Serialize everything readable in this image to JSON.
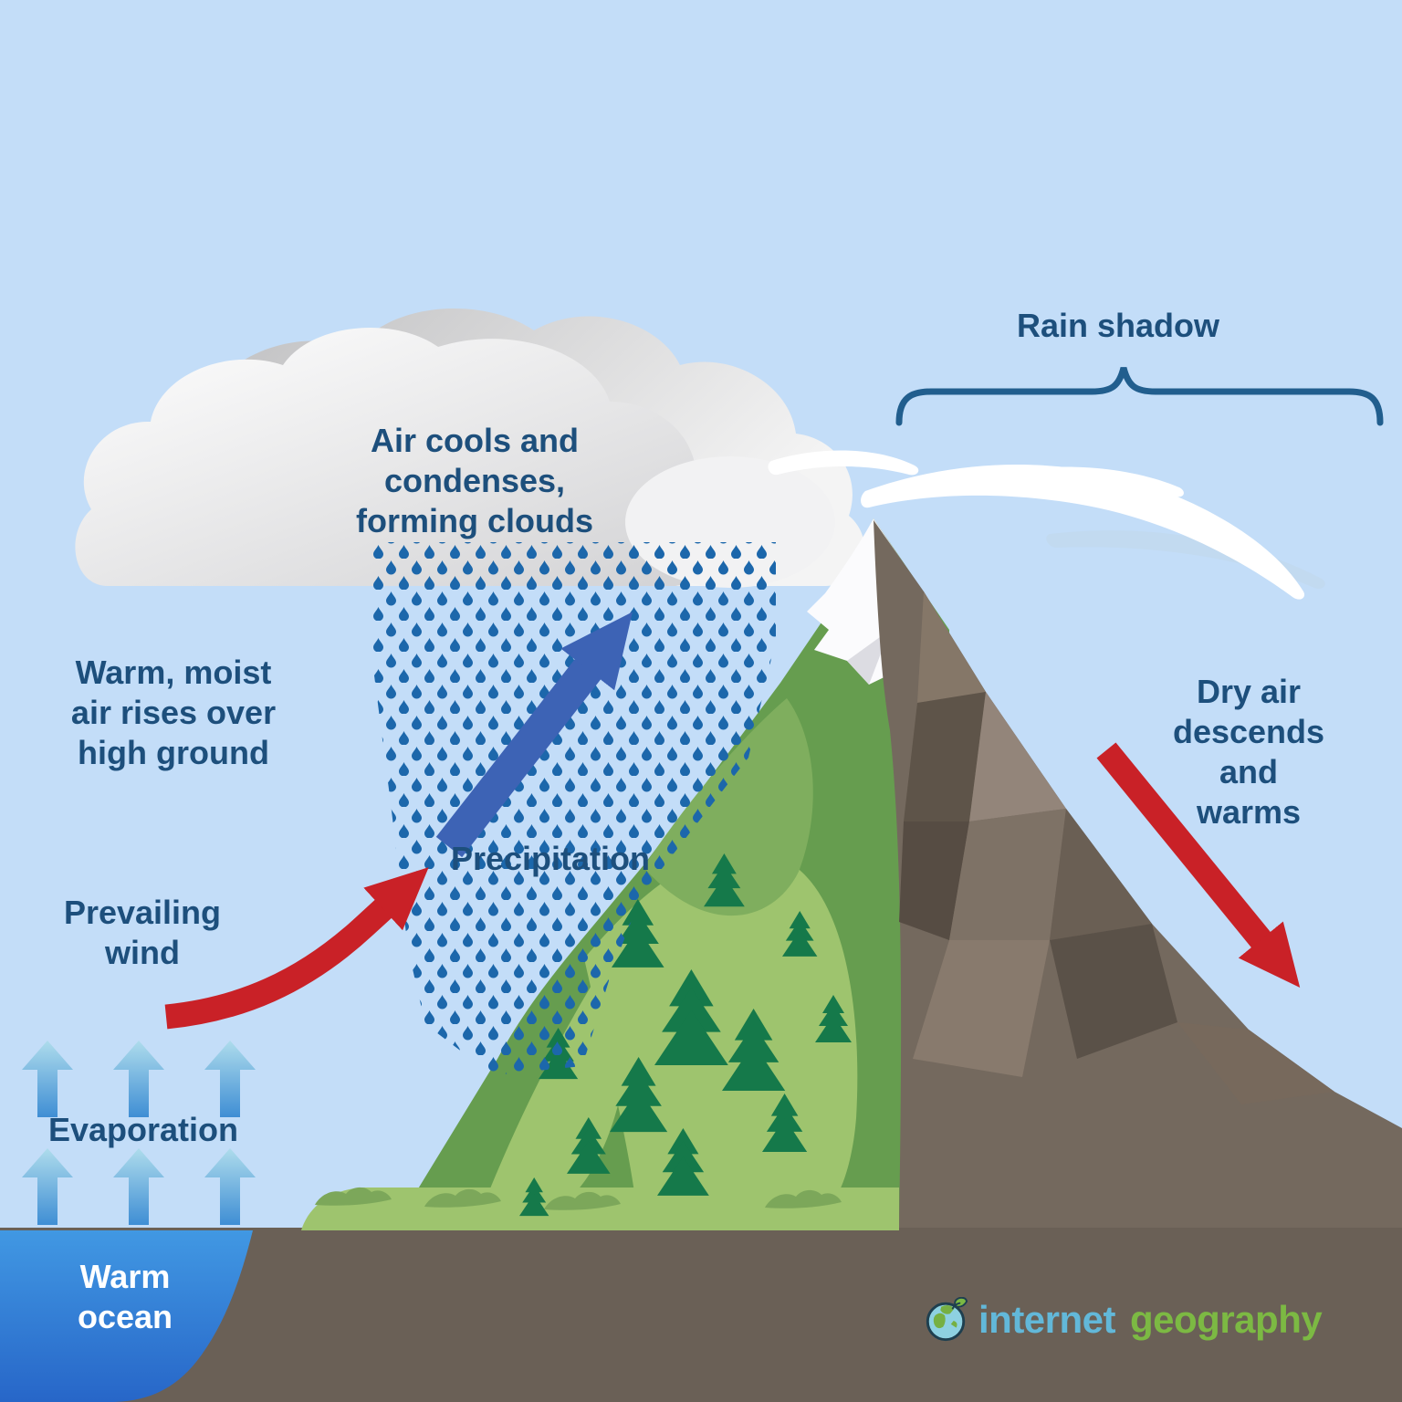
{
  "labels": {
    "rain_shadow": "Rain shadow",
    "cloud_caption": "Air cools and\ncondenses,\nforming clouds",
    "warm_moist": "Warm, moist\nair rises over\nhigh ground",
    "prevailing_wind": "Prevailing\nwind",
    "evaporation": "Evaporation",
    "precipitation": "Precipitation",
    "warm_ocean": "Warm\nocean",
    "dry_air": "Dry air\ndescends\nand warms"
  },
  "logo": {
    "word1": "internet",
    "word2": "geography",
    "globe_icon": "globe-with-leaf"
  },
  "colors": {
    "sky": "#c3ddf8",
    "label": "#1d4f7c",
    "ocean-text": "#ffffff",
    "logo-blue": "#62b8d9",
    "logo-green": "#7cb943"
  },
  "palette_reference": {
    "brace": "#215e8e",
    "rain_drop": "#1c67ab",
    "precipitation_arrow": "#3d63b5",
    "wind_arrow_red": "#c92127",
    "ocean_top": "#4198e3",
    "ocean_bottom": "#2766c8",
    "evaporation_arrow_top": "#aedcec",
    "evaporation_arrow_bottom": "#3f8ed4",
    "green_slope": "#669d4f",
    "green_light": "#9ec46e",
    "tree": "#15794a",
    "snow": "#fbfbfd",
    "rock_brown": "#74695e",
    "ground": "#6a6056",
    "cloud_white": "#ffffff",
    "cloud_gray": "#b9b9bb"
  }
}
